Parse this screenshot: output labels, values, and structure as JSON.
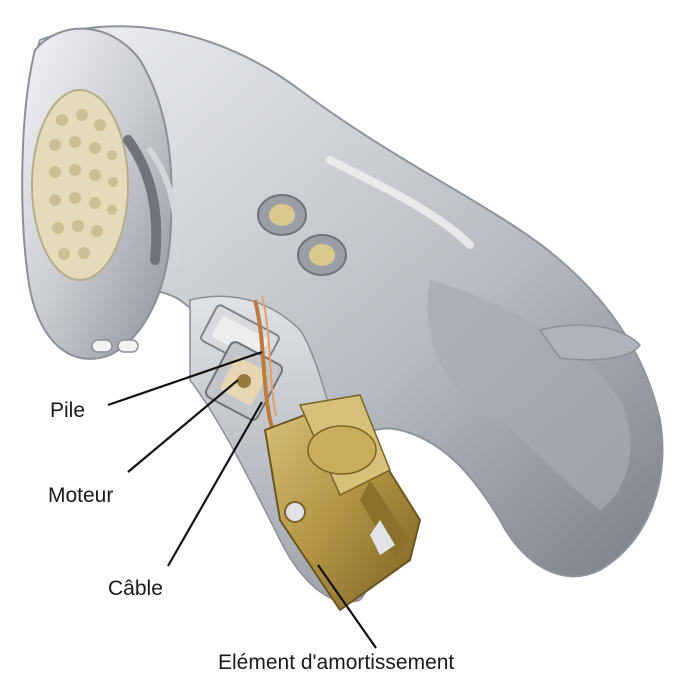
{
  "labels": {
    "battery": "Pile",
    "motor": "Moteur",
    "cable": "Câble",
    "damping_element": "Elément d'amortissement"
  },
  "colors": {
    "shoe_light": "#e7e9ec",
    "shoe_mid": "#b9bdc4",
    "shoe_dark": "#7f848c",
    "sole_insert": "#e9dfbf",
    "gold": "#b89a48",
    "gold_dark": "#7d6424",
    "copper": "#c07a3a",
    "leader_line": "#111111"
  }
}
